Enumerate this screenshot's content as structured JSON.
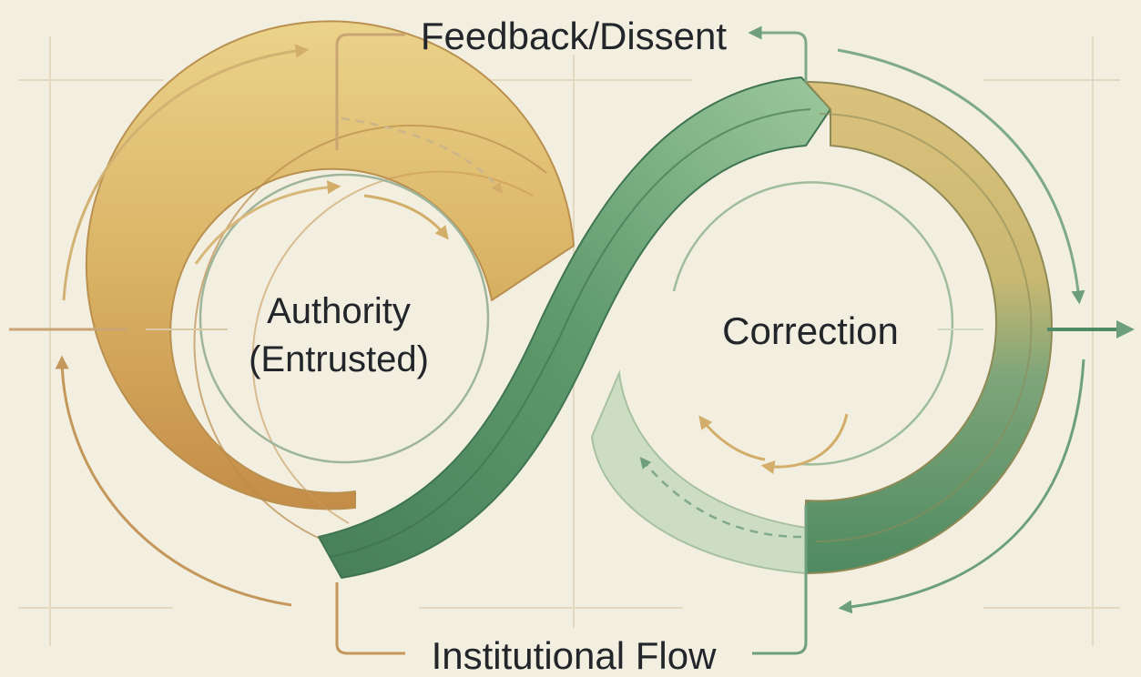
{
  "diagram": {
    "labels": {
      "top": "Feedback/Dissent",
      "bottom": "Institutional Flow",
      "left_line1": "Authority",
      "left_line2": "(Entrusted)",
      "right": "Correction"
    }
  },
  "colors": {
    "background": "#f3efe0",
    "gold_light": "#ebd38a",
    "gold": "#d8b062",
    "gold_dark": "#c48c48",
    "green_light": "#9cc89c",
    "green": "#5e9a6c",
    "green_dark": "#467f58",
    "pale_green": "#c9dcc0",
    "grid_line": "#e3d9c0",
    "text": "#22262a"
  }
}
